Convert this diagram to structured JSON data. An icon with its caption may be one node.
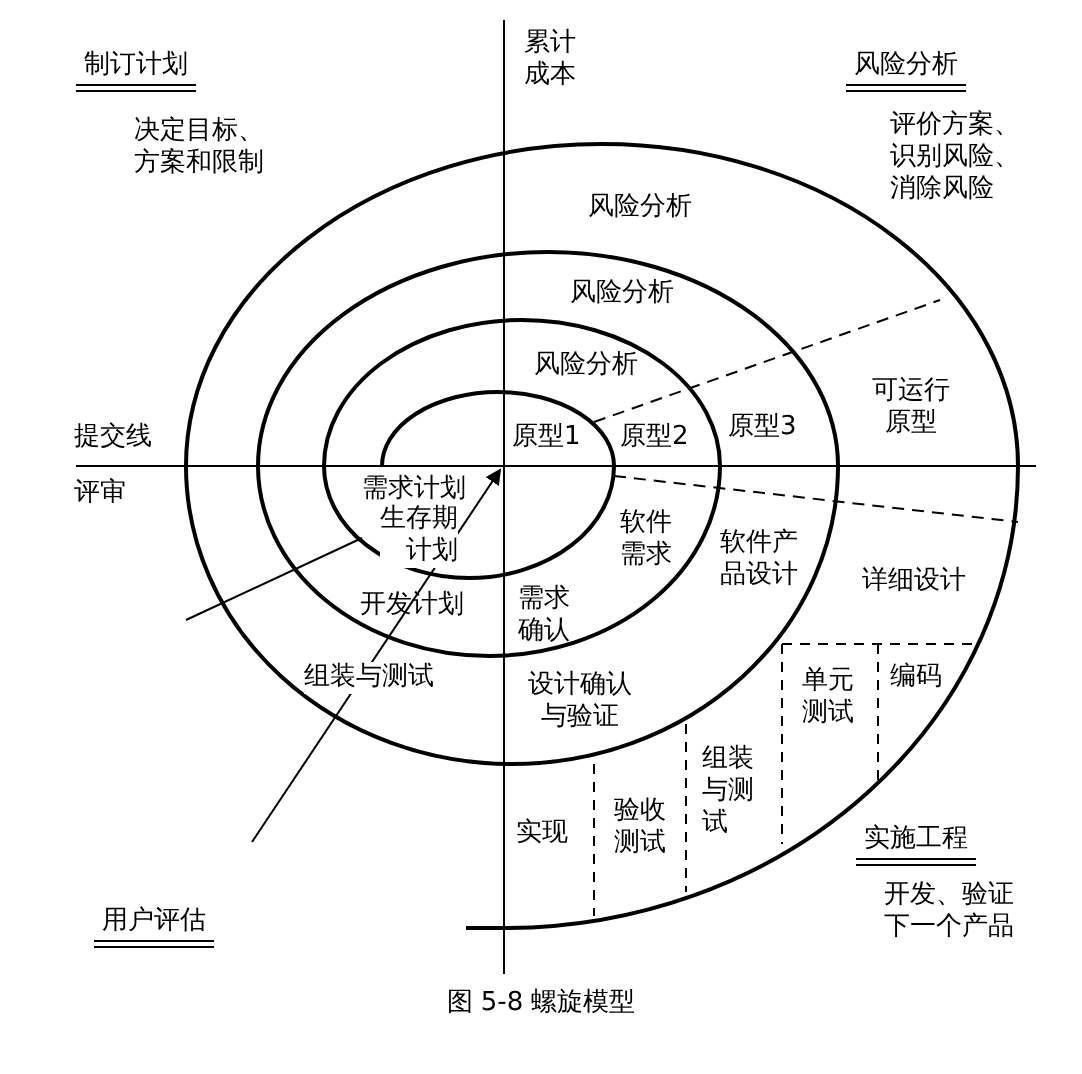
{
  "diagram": {
    "caption": "图 5-8 螺旋模型",
    "labels": [
      "制订计划",
      "决定目标、方案和限制",
      "累计成本",
      "风险分析",
      "评价方案、识别风险、消除风险",
      "风险分析",
      "风险分析",
      "风险分析",
      "提交线",
      "原型1",
      "原型2",
      "原型3",
      "可运行原型",
      "评审",
      "需求计划",
      "生存期计划",
      "软件需求",
      "软件产品设计",
      "详细设计",
      "开发计划",
      "需求确认",
      "组装与测试",
      "设计确认与验证",
      "单元测试",
      "编码",
      "实现",
      "验收测试",
      "组装与测试",
      "实施工程",
      "开发、验证下一个产品",
      "用户评估"
    ]
  }
}
